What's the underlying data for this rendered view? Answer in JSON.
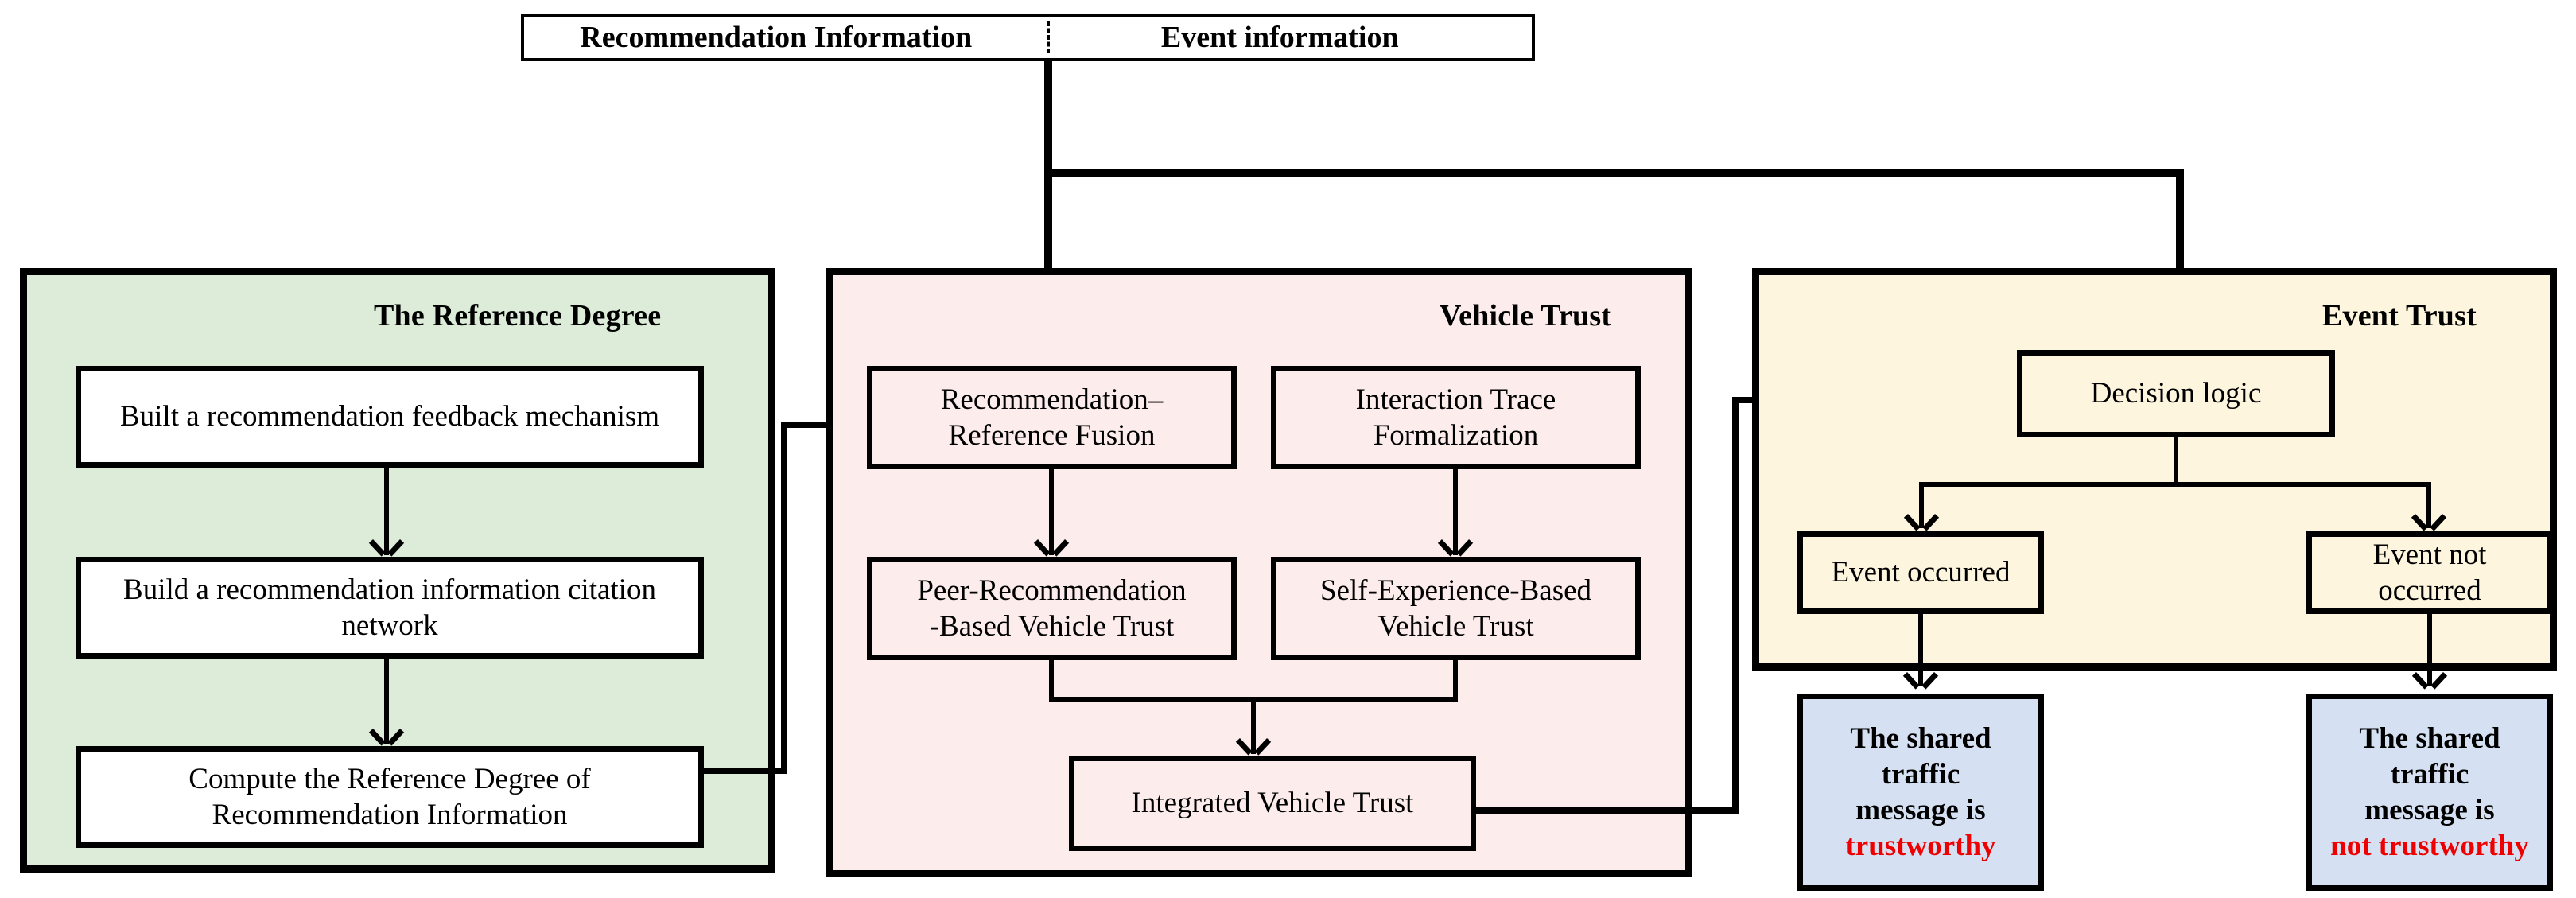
{
  "diagram": {
    "title_top_left": "Recommendation Information",
    "title_top_right": "Event information"
  },
  "panels": {
    "reference": {
      "title": "The Reference Degree",
      "fill": "#dcecd8",
      "nodes": [
        "Built a recommendation feedback mechanism",
        "Build a recommendation information citation network",
        "Compute the Reference Degree of Recommendation Information"
      ]
    },
    "vehicle": {
      "title": "Vehicle Trust",
      "fill": "#fcecec",
      "nodes": [
        "Recommendation–Reference Fusion",
        "Interaction Trace Formalization",
        "Peer-Recommendation -Based Vehicle Trust",
        "Self-Experience-Based Vehicle Trust",
        "Integrated Vehicle Trust"
      ],
      "peer_line1": "Peer-Recommendation",
      "peer_line2": "-Based Vehicle Trust",
      "self_line1": "Self-Experience-Based",
      "self_line2": "Vehicle Trust",
      "fusion_line1": "Recommendation–",
      "fusion_line2": "Reference Fusion",
      "trace_line1": "Interaction Trace",
      "trace_line2": "Formalization",
      "integrated": "Integrated Vehicle Trust"
    },
    "event": {
      "title": "Event Trust",
      "fill": "#fdf5dd",
      "decision": "Decision logic",
      "occurred": "Event occurred",
      "not_occurred": "Event not occurred"
    }
  },
  "outcomes": [
    {
      "line1": "The shared traffic",
      "line2": "message is",
      "verdict": "trustworthy",
      "verdict_color": "#ee0000",
      "fill": "#d5e1f2"
    },
    {
      "line1": "The shared traffic",
      "line2": "message is",
      "verdict": "not trustworthy",
      "verdict_color": "#ee0000",
      "fill": "#d5e1f2"
    }
  ]
}
